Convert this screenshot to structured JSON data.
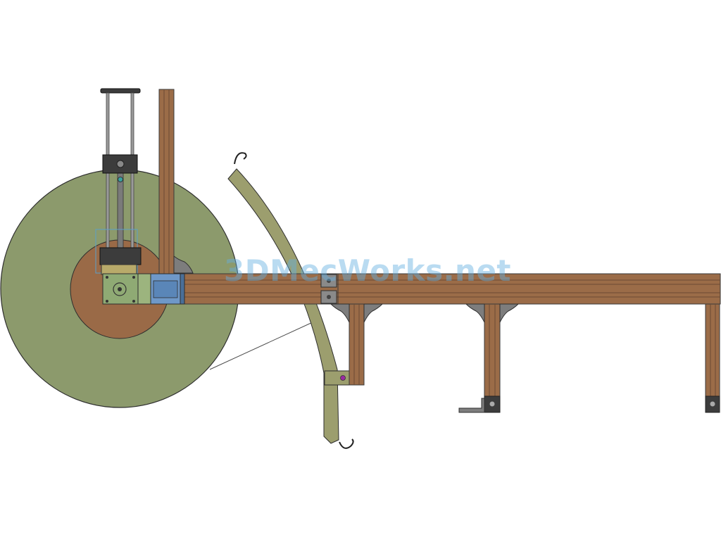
{
  "watermark": {
    "text": "3DMecWorks.net"
  },
  "colors": {
    "background": "#ffffff",
    "spool": "#8c9a6c",
    "hub": "#9a6a47",
    "wood": "#9b6c48",
    "wood_dark": "#6b4a33",
    "outline": "#3a3a3a",
    "arc_guide": "#9c9e6e",
    "motor": "#6f98c8",
    "gearbox": "#8faa74",
    "bracket": "#7d7d7d",
    "mount_dark": "#3c3c3c",
    "watermark": "#64afe1"
  },
  "parts": [
    "spool-disc",
    "spool-hub",
    "linear-actuator",
    "vertical-post",
    "horizontal-beam",
    "support-legs",
    "corner-brackets",
    "curved-guide-arm",
    "gear-motor",
    "wire-strand",
    "hooks",
    "foot-clamps"
  ]
}
